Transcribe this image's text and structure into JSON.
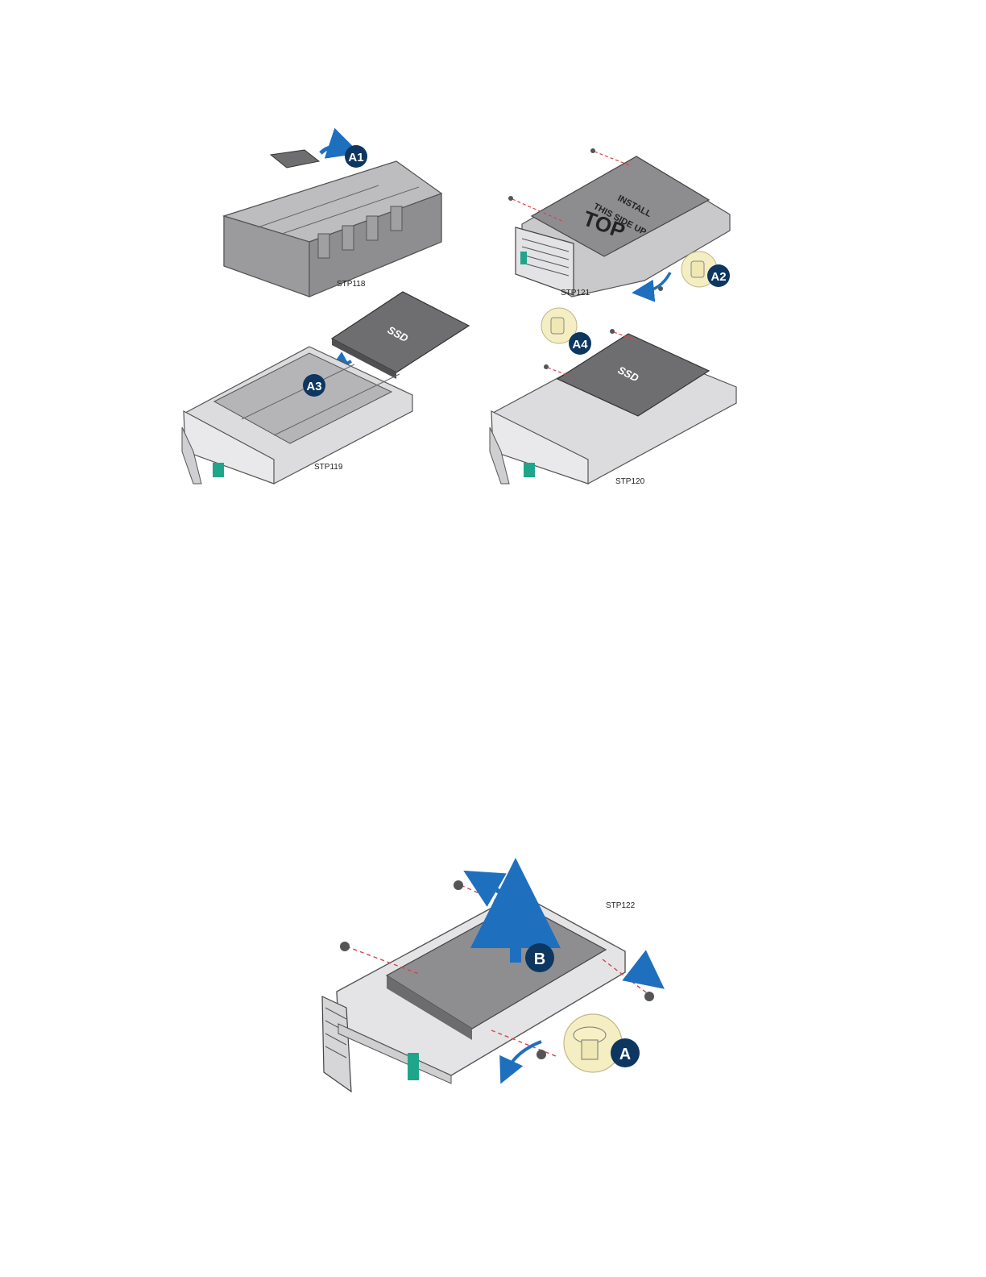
{
  "colors": {
    "arrow_blue": "#1f6fbf",
    "badge_navy": "#0d3660",
    "screw_badge": "#f4eec2",
    "latch_green": "#1fa58a",
    "guide_red": "#d9434b",
    "ssd_gray": "#6e6e70",
    "carrier_gray": "#c9c9cb"
  },
  "figure1": {
    "panels": [
      {
        "id": "STP118",
        "step": "A1",
        "icon": "filler-tab-removal"
      },
      {
        "id": "STP121",
        "step": "A2",
        "icon": "screw-icon",
        "top_text": "TOP",
        "install_text_1": "INSTALL",
        "install_text_2": "THIS SIDE UP"
      },
      {
        "id": "STP119",
        "step": "A3",
        "ssd_text": "SSD"
      },
      {
        "id": "STP120",
        "step": "A4",
        "icon": "screw-icon",
        "ssd_text": "SSD"
      }
    ]
  },
  "figure2": {
    "id": "STP122",
    "step_a": "A",
    "step_b": "B"
  }
}
